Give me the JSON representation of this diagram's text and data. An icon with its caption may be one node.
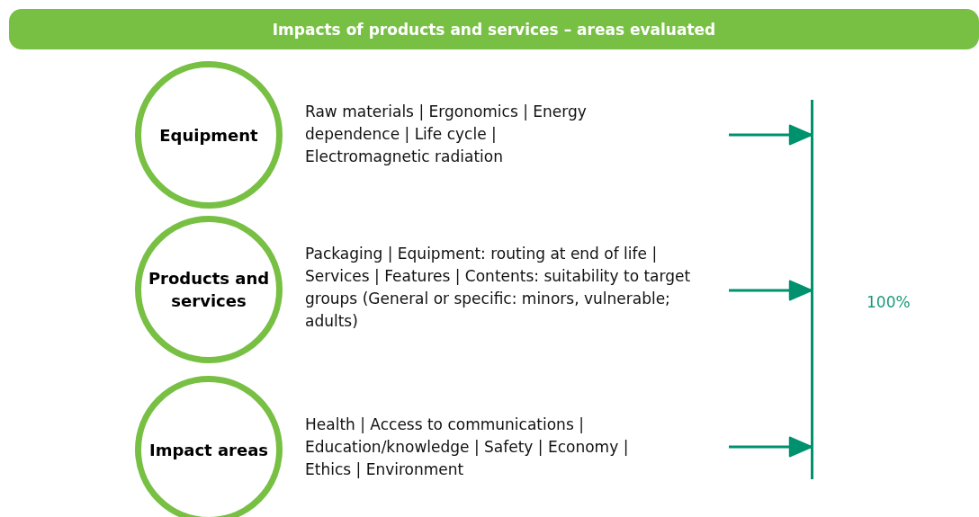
{
  "diagram": {
    "title": "Impacts of products and services – areas evaluated",
    "nodes": [
      {
        "text": [
          "Equipment"
        ],
        "beside": [
          "Raw materials | Ergonomics | Energy dependence | Life cycle | Electromagnetic radiation"
        ]
      },
      {
        "text": [
          "Products and services"
        ],
        "beside": [
          "Packaging | Equipment: routing at end of life | Services | Features | Contents: suitability to target groups (General or specific: minors, vulnerable; adults)"
        ]
      },
      {
        "text": [
          "Impact areas"
        ],
        "beside": [
          "Health | Access to communications | Education/knowledge | Safety | Economy | Ethics | Environment"
        ]
      },
      {
        "text": [],
        "shape": "bar",
        "beside": [
          "100%"
        ]
      }
    ],
    "edges": [
      {
        "from": null,
        "to": 3,
        "arrow": "to"
      },
      {
        "from": null,
        "to": 3,
        "arrow": "to"
      },
      {
        "from": null,
        "to": 3,
        "arrow": "to"
      }
    ]
  }
}
